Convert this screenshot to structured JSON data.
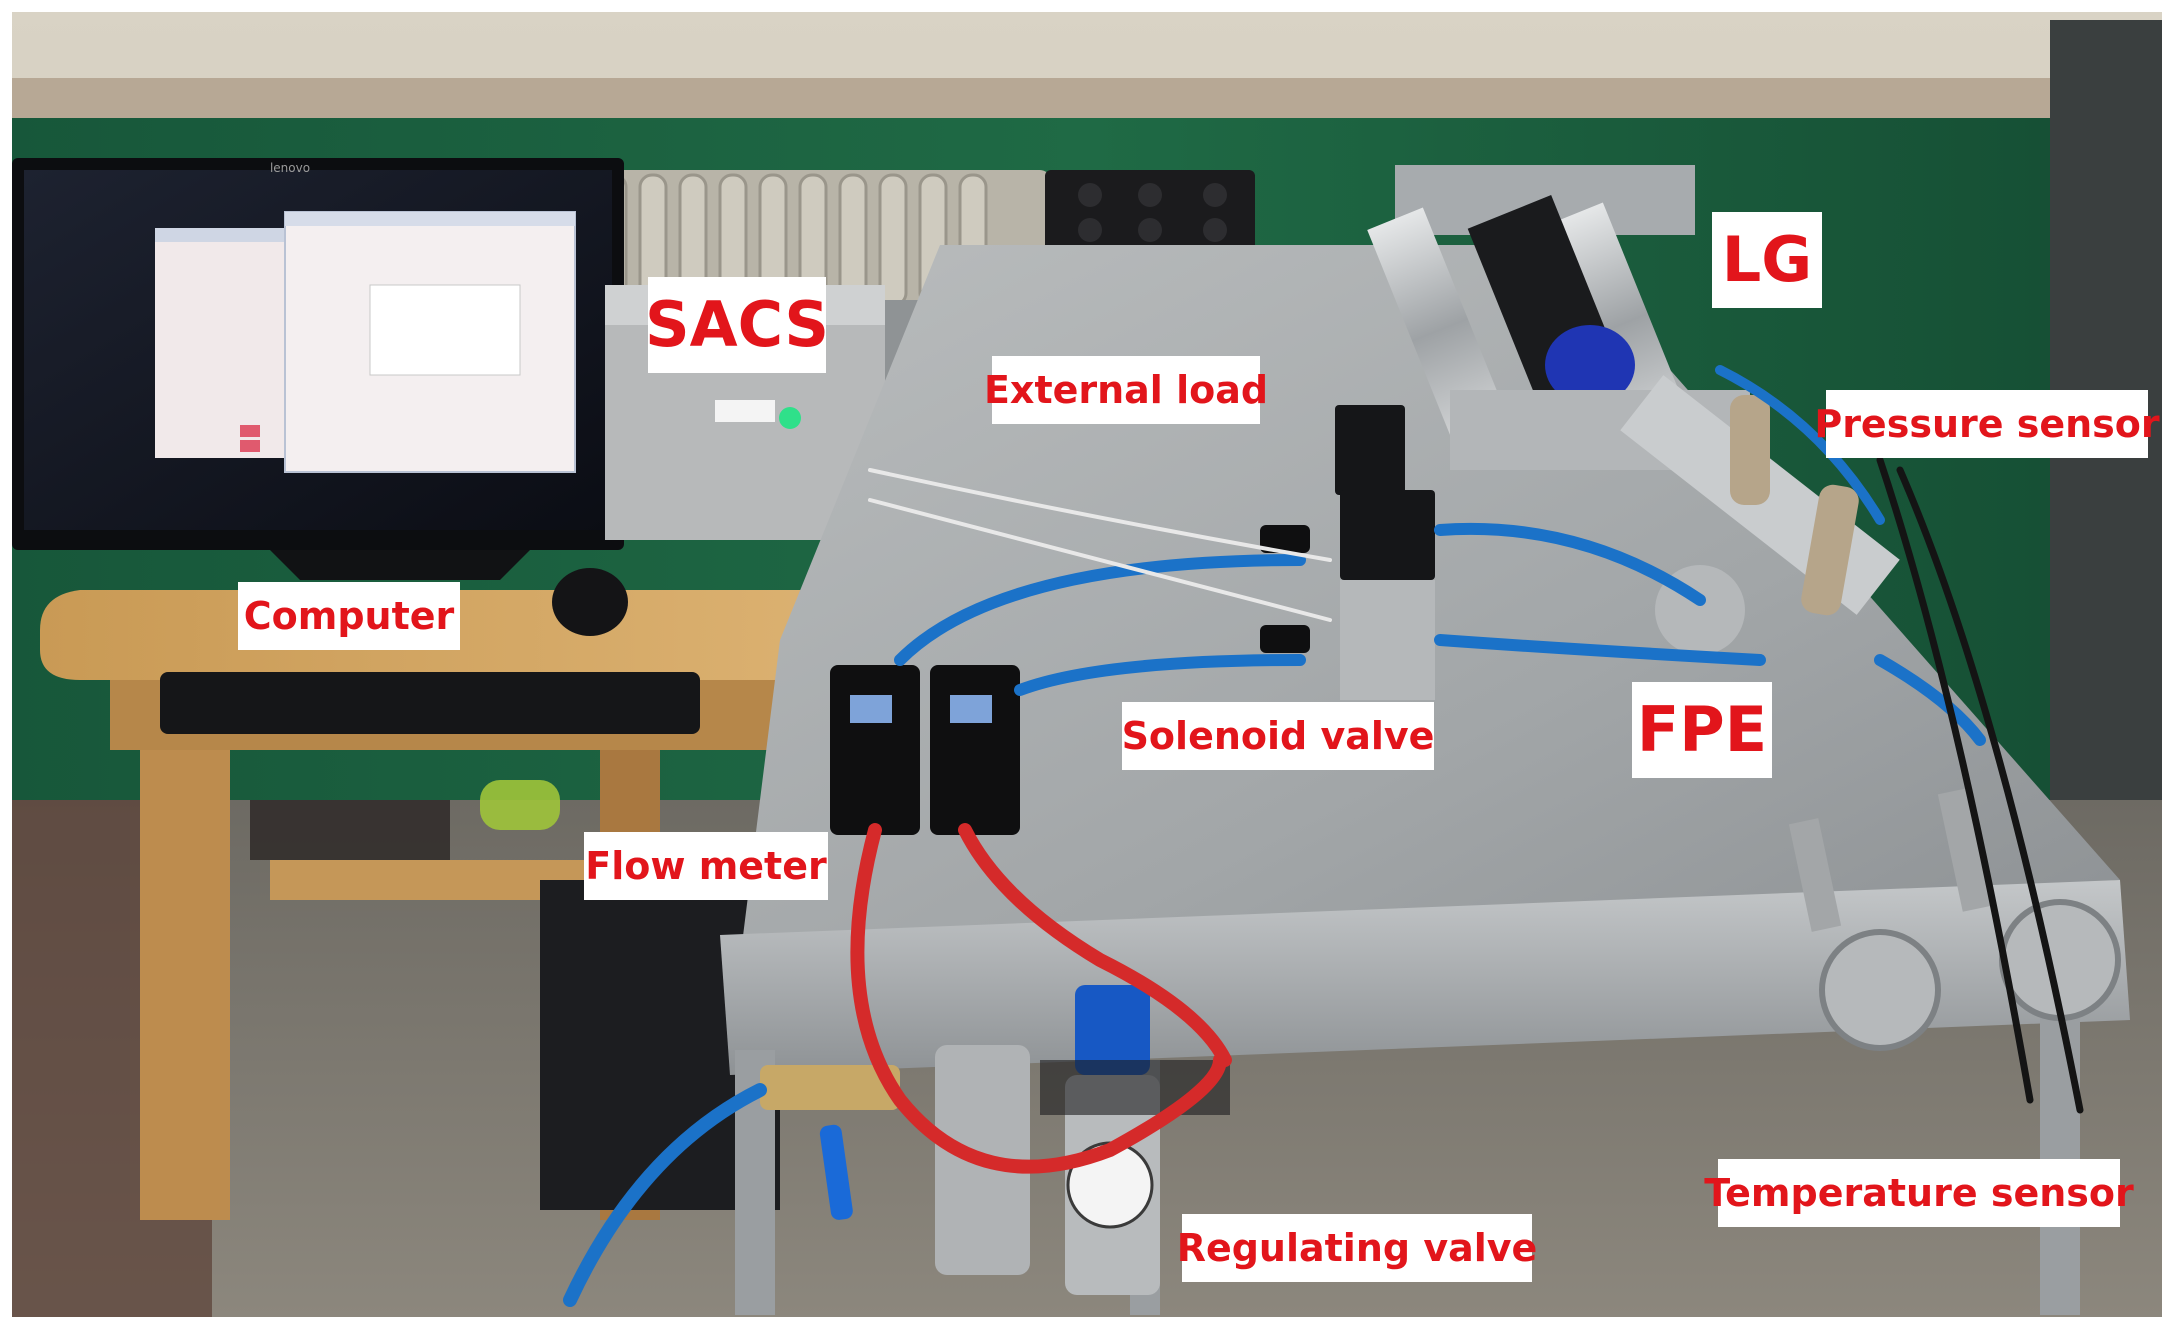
{
  "labels": {
    "sacs": "SACS",
    "lg": "LG",
    "external_load": "External load",
    "pressure_sensor": "Pressure sensor",
    "computer": "Computer",
    "solenoid_valve": "Solenoid valve",
    "fpe": "FPE",
    "flow_meter": "Flow meter",
    "temperature_sensor": "Temperature sensor",
    "regulating_valve": "Regulating valve"
  },
  "monitor_brand": "lenovo",
  "colors": {
    "label_text": "#e2151b",
    "label_background": "#ffffff",
    "wall_green": "#1f6a45",
    "air_hose_blue": "#1b72c8",
    "air_hose_red": "#d52a2a",
    "aluminum": "#a9acae"
  }
}
